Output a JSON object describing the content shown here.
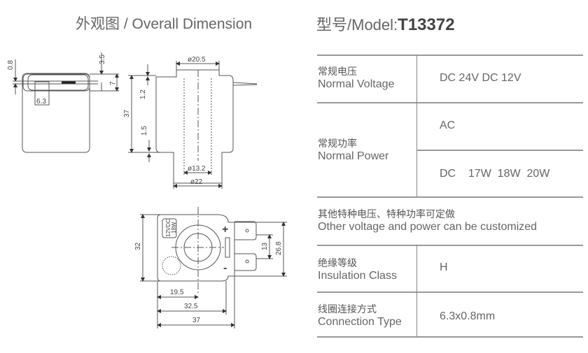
{
  "left_title": "外观图 / Overall Dimension",
  "model_prefix": "型号/Model:",
  "model": "T13372",
  "specs": {
    "voltage": {
      "cn": "常规电压",
      "en": "Normal Voltage",
      "value": "DC 24V  DC 12V"
    },
    "power": {
      "cn": "常规功率",
      "en": "Normal Power",
      "ac": "AC",
      "dc": "DC    17W  18W  20W"
    },
    "custom": {
      "cn": "其他特种电压、特种功率可定做",
      "en": "Other voltage and power can be customized"
    },
    "insulation": {
      "cn": "绝缘等级",
      "en": "Insulation Class",
      "value": "H"
    },
    "connection": {
      "cn": "线圈连接方式",
      "en": "Connection Type",
      "value": "6.3x0.8mm"
    }
  },
  "dims": {
    "d1": "0.8",
    "d2": "3.5",
    "d3": "7",
    "d4": "6.3",
    "d5": "ø20.5",
    "d6": "1.2",
    "d7": "37",
    "d8": "1.5",
    "d9": "ø13.2",
    "d10": "ø22",
    "d11": "32",
    "d12": "13",
    "d13": "26.8",
    "d14": "19.5",
    "d15": "32.5",
    "d16": "37",
    "label1": "12VDC",
    "label2": "18W",
    "plus": "+",
    "minus": "-"
  }
}
